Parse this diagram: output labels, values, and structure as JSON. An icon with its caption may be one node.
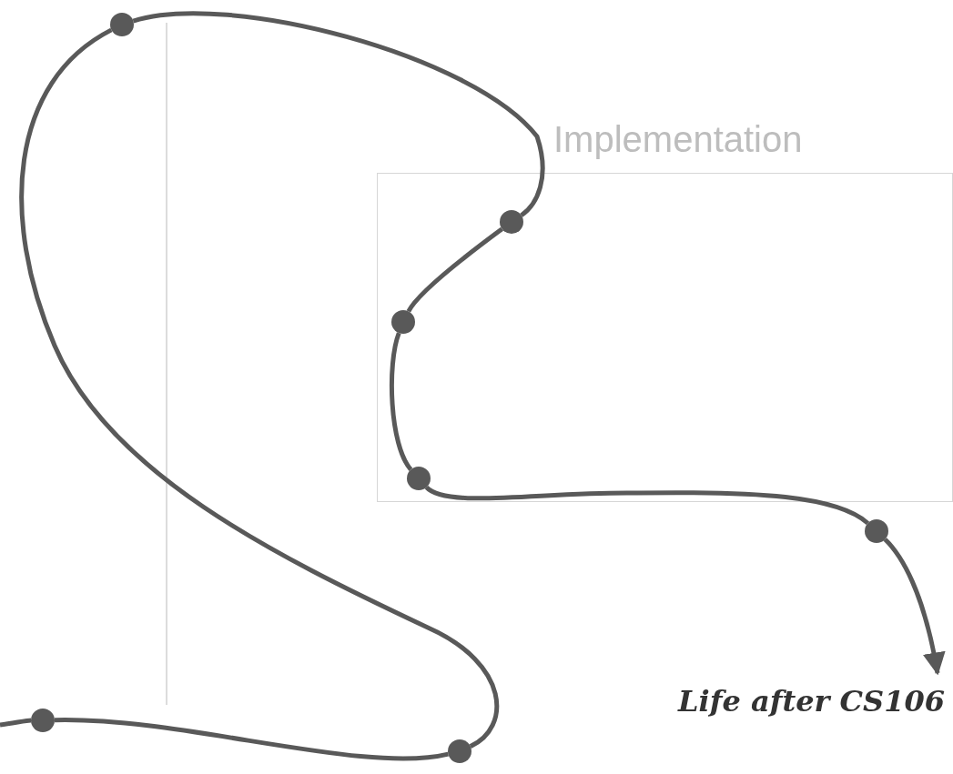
{
  "diagram": {
    "nodes": [
      {
        "text": [
          "Implementation"
        ]
      },
      {
        "text": [],
        "shape": "circle"
      },
      {
        "text": [],
        "shape": "circle"
      },
      {
        "text": [],
        "shape": "circle"
      },
      {
        "text": [],
        "shape": "circle",
        "in": 0
      },
      {
        "text": [],
        "shape": "circle",
        "in": 0
      },
      {
        "text": [],
        "shape": "circle",
        "in": 0
      },
      {
        "text": [],
        "shape": "circle"
      },
      {
        "text": [
          "Life after CS106"
        ]
      }
    ],
    "edges": [
      {
        "from": null,
        "to": 1,
        "arrow": "none"
      },
      {
        "from": 1,
        "to": 2,
        "arrow": "none"
      },
      {
        "from": 2,
        "to": 3,
        "arrow": "none"
      },
      {
        "from": 3,
        "to": 4,
        "arrow": "none"
      },
      {
        "from": 4,
        "to": 5,
        "arrow": "none"
      },
      {
        "from": 5,
        "to": 6,
        "arrow": "none"
      },
      {
        "from": 6,
        "to": 7,
        "arrow": "none"
      },
      {
        "from": 7,
        "to": 8,
        "arrow": "to"
      }
    ]
  }
}
